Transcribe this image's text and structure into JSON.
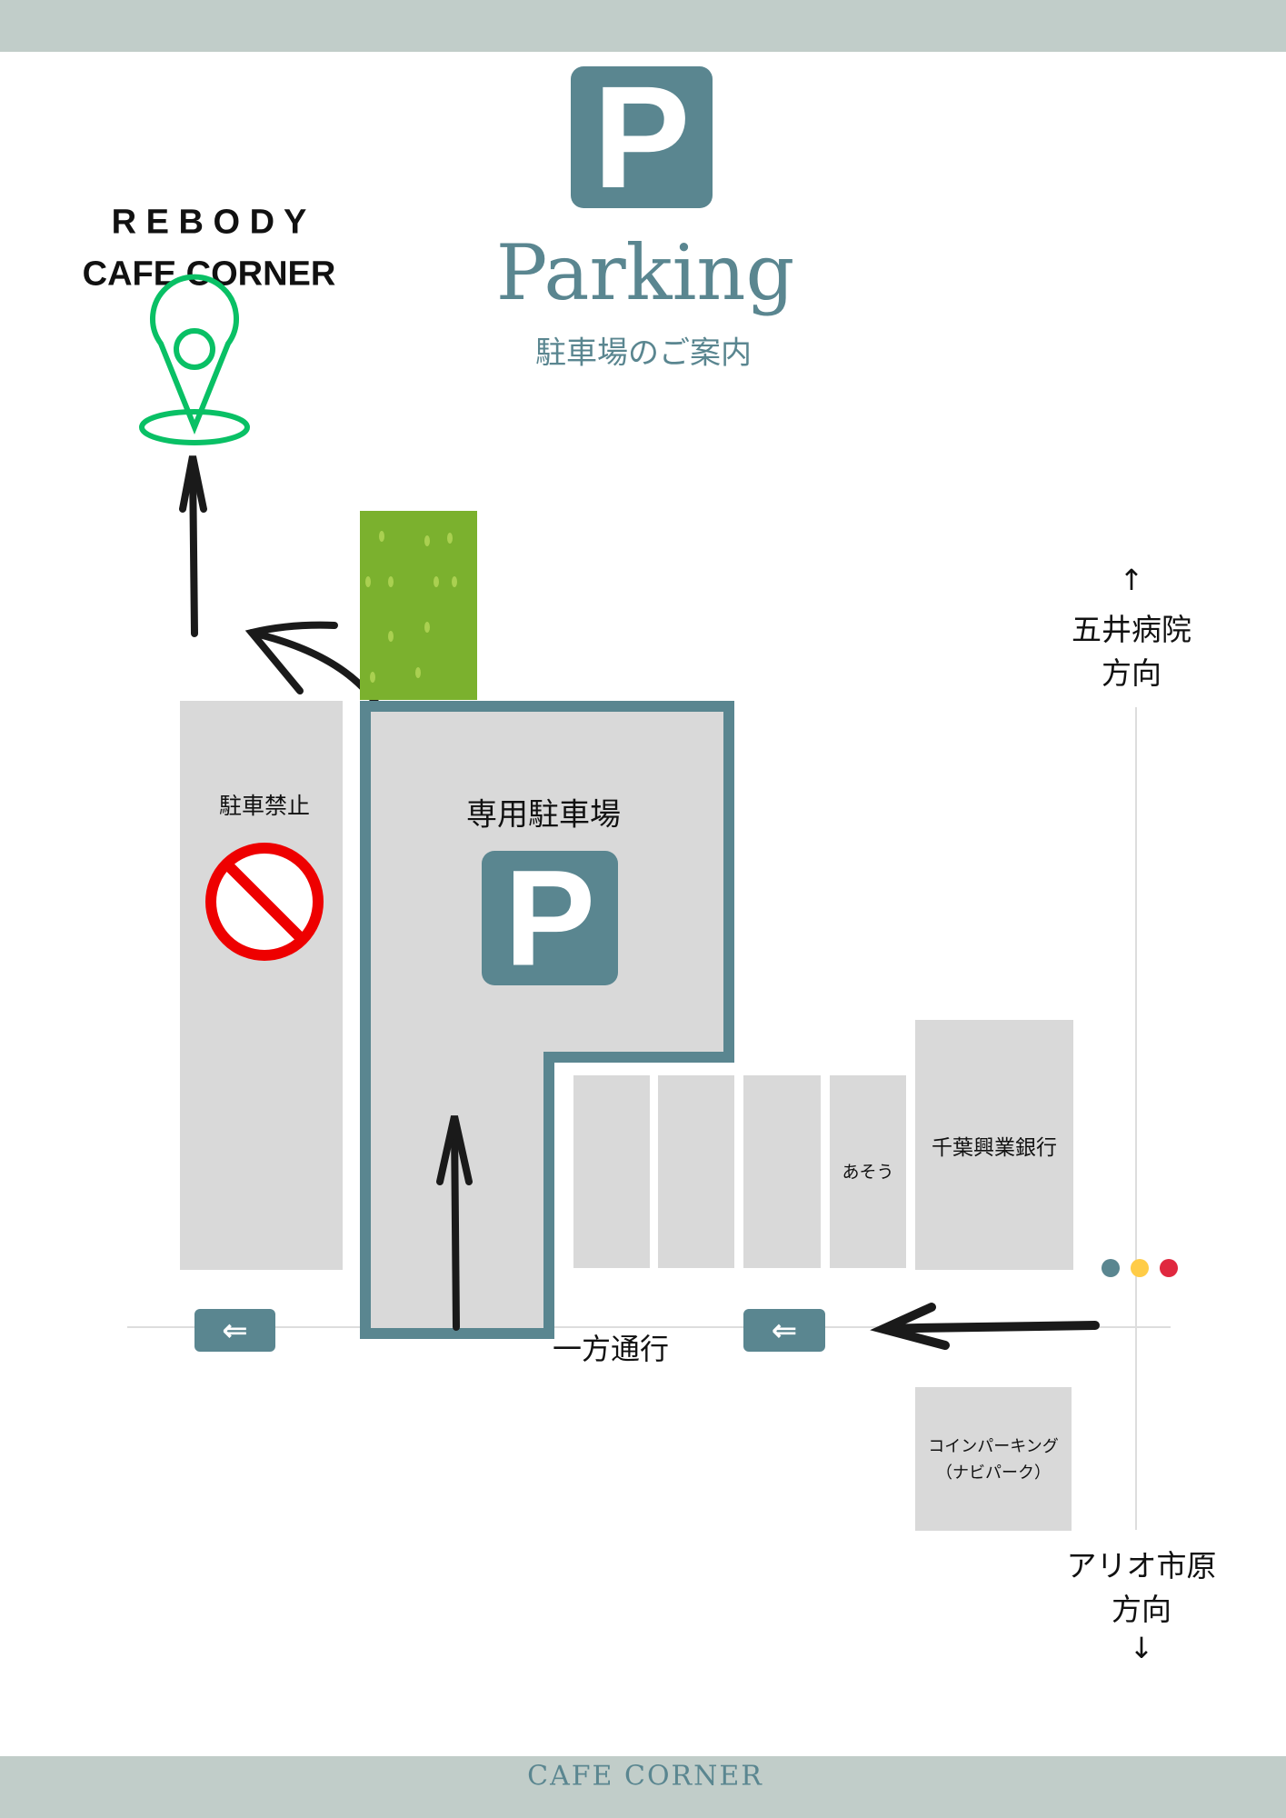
{
  "header": {
    "title": "Parking",
    "subtitle": "駐車場のご案内",
    "logo_letter": "P"
  },
  "destination": {
    "name_line1": "R E B O D Y",
    "name_line2": "CAFE CORNER"
  },
  "map": {
    "no_parking_label": "駐車禁止",
    "dedicated_parking_label": "専用駐車場",
    "parking_sign_letter": "P",
    "shop_asou": "あそう",
    "bank": "千葉興業銀行",
    "coin_parking_line1": "コインパーキング",
    "coin_parking_line2": "（ナビパーク）",
    "one_way_label": "一方通行",
    "north_arrow": "↑",
    "north_line1": "五井病院",
    "north_line2": "方向",
    "south_line1": "アリオ市原",
    "south_line2": "方向",
    "south_arrow": "↓"
  },
  "colors": {
    "accent": "#5a8690",
    "band": "#c1cdc9",
    "pin": "#09c065",
    "signal_blue": "#5a8690",
    "signal_yellow": "#ffcc47",
    "signal_red": "#e0283f"
  },
  "footer": {
    "brand": "CAFE CORNER"
  }
}
